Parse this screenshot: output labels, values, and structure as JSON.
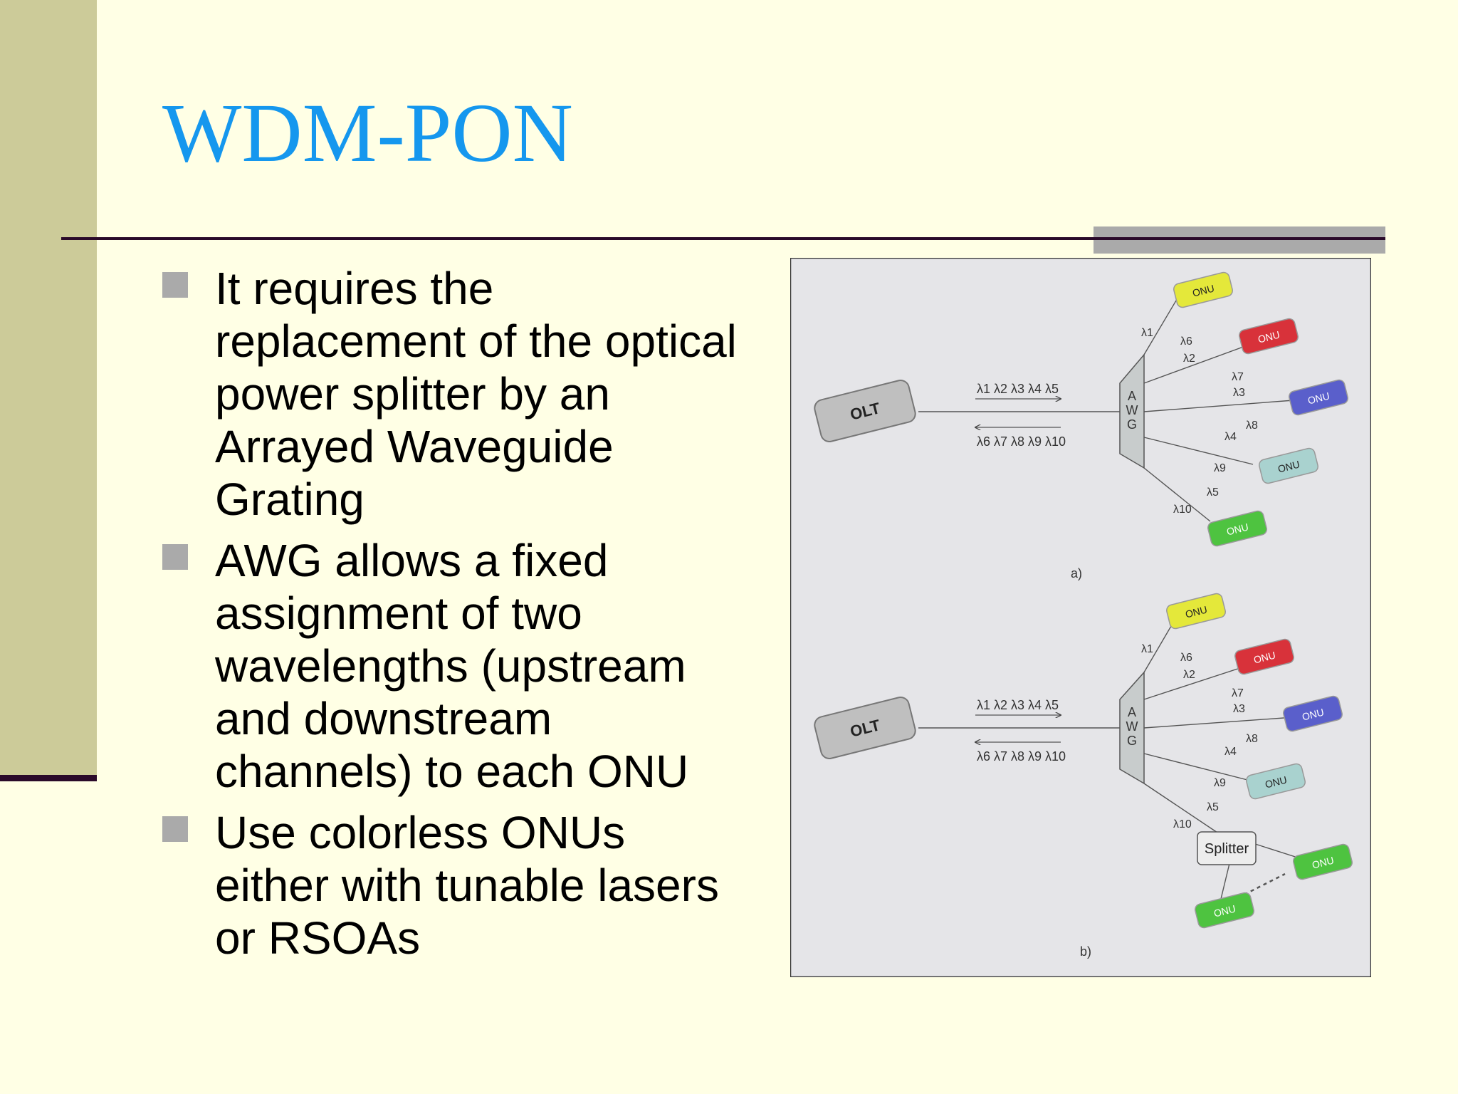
{
  "slide": {
    "title": "WDM-PON",
    "bullets": [
      "It requires the replacement of the optical power splitter by an Arrayed Waveguide Grating",
      "AWG allows a fixed assignment of two wavelengths (upstream and downstream channels) to each ONU",
      "Use colorless ONUs either with tunable lasers or RSOAs"
    ]
  },
  "figure": {
    "olt_label": "OLT",
    "onu_label": "ONU",
    "awg_letters": [
      "A",
      "W",
      "G"
    ],
    "splitter_label": "Splitter",
    "downstream_wavelengths": "λ1 λ2 λ3 λ4 λ5",
    "upstream_wavelengths": "λ6 λ7 λ8 λ9 λ10",
    "branch_labels": [
      "λ1",
      "λ6",
      "λ2",
      "λ7",
      "λ3",
      "λ8",
      "λ4",
      "λ9",
      "λ5",
      "λ10"
    ],
    "caption_a": "a)",
    "caption_b": "b)",
    "colors": {
      "onu_yellow": "#E4E83A",
      "onu_red": "#D8323A",
      "onu_blue": "#5A5FCB",
      "onu_teal": "#A9D2CF",
      "onu_green": "#4EC340",
      "olt_gray": "#BFBFBF",
      "panel_bg": "#E5E5E8"
    }
  }
}
